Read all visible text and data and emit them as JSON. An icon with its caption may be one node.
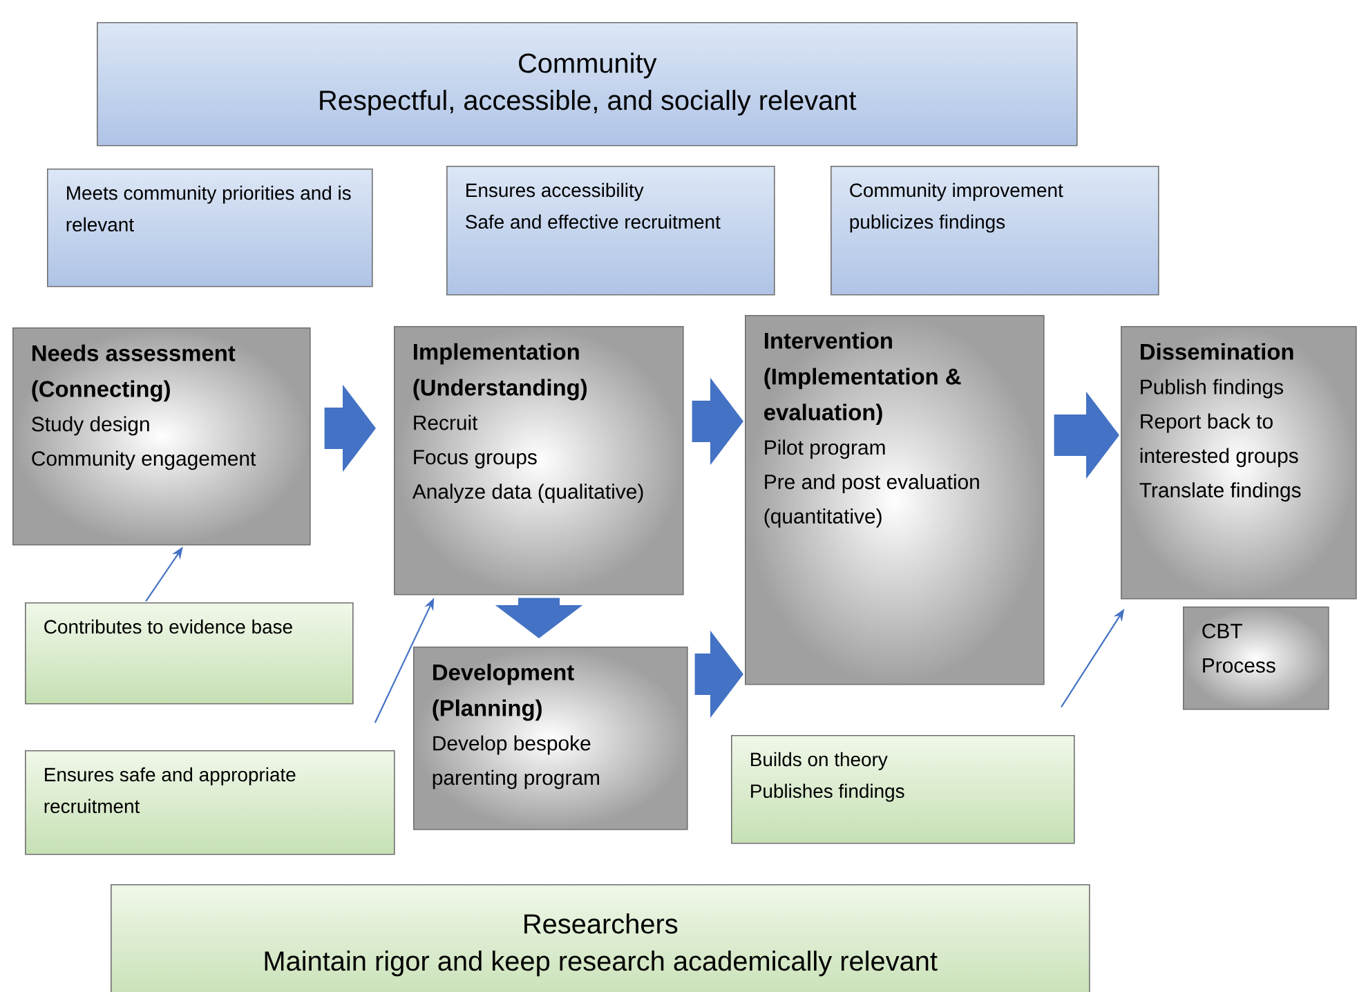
{
  "diagram": {
    "nodes": [
      {
        "text": [
          "Community",
          "Respectful, accessible, and socially relevant"
        ]
      },
      {
        "text": [
          "Meets community priorities and is relevant"
        ]
      },
      {
        "text": [
          "Ensures accessibility",
          "Safe and effective recruitment"
        ]
      },
      {
        "text": [
          "Community improvement publicizes findings"
        ]
      },
      {
        "text": [
          "Needs assessment (Connecting)",
          "Study design",
          "Community engagement"
        ]
      },
      {
        "text": [
          "Implementation (Understanding)",
          "Recruit",
          "Focus groups",
          "Analyze data (qualitative)"
        ]
      },
      {
        "text": [
          "Intervention (Implementation & evaluation)",
          "Pilot program",
          "Pre and post evaluation (quantitative)"
        ]
      },
      {
        "text": [
          "Dissemination",
          "Publish findings",
          "Report back to interested groups",
          "Translate findings"
        ]
      },
      {
        "text": [
          "Contributes to evidence base"
        ]
      },
      {
        "text": [
          "Development (Planning)",
          "Develop bespoke parenting program"
        ]
      },
      {
        "text": [
          "CBT Process"
        ]
      },
      {
        "text": [
          "Ensures safe and appropriate recruitment"
        ]
      },
      {
        "text": [
          "Builds on theory",
          "Publishes findings"
        ]
      },
      {
        "text": [
          "Researchers",
          "Maintain rigor and keep research academically relevant"
        ]
      }
    ],
    "edges": [
      {
        "from": 4,
        "to": 5,
        "arrow": "to"
      },
      {
        "from": 5,
        "to": 6,
        "arrow": "to"
      },
      {
        "from": 6,
        "to": 7,
        "arrow": "to"
      },
      {
        "from": 5,
        "to": 9,
        "arrow": "to"
      },
      {
        "from": 9,
        "to": 6,
        "arrow": "to"
      },
      {
        "from": 8,
        "to": 4,
        "arrow": "to"
      },
      {
        "from": 11,
        "to": 5,
        "arrow": "to"
      },
      {
        "from": 12,
        "to": 7,
        "arrow": "to"
      }
    ]
  }
}
